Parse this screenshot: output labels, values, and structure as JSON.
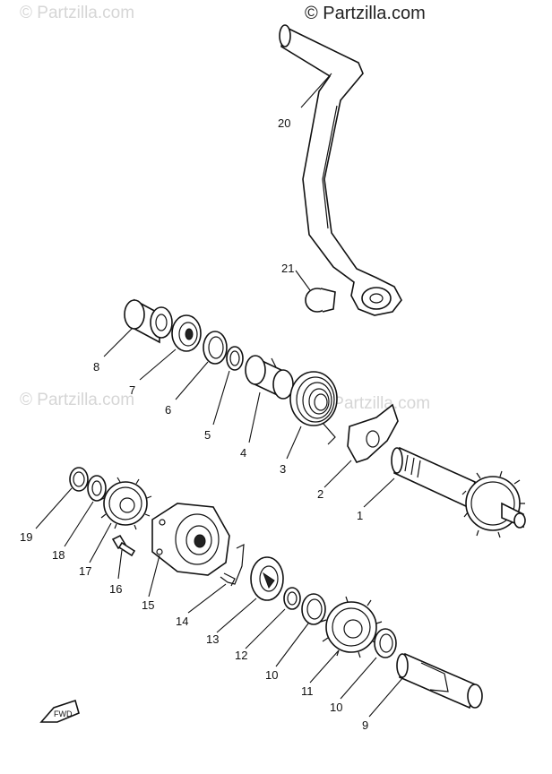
{
  "watermarks": {
    "main": "© Partzilla.com",
    "faint": [
      "© Partzilla.com",
      "© Partzilla.com",
      "© Partzilla.com"
    ]
  },
  "callouts": [
    "20",
    "21",
    "8",
    "7",
    "6",
    "5",
    "4",
    "3",
    "2",
    "1",
    "19",
    "18",
    "17",
    "16",
    "15",
    "14",
    "13",
    "12",
    "10",
    "11",
    "10",
    "9"
  ],
  "front_marker": "FWD"
}
